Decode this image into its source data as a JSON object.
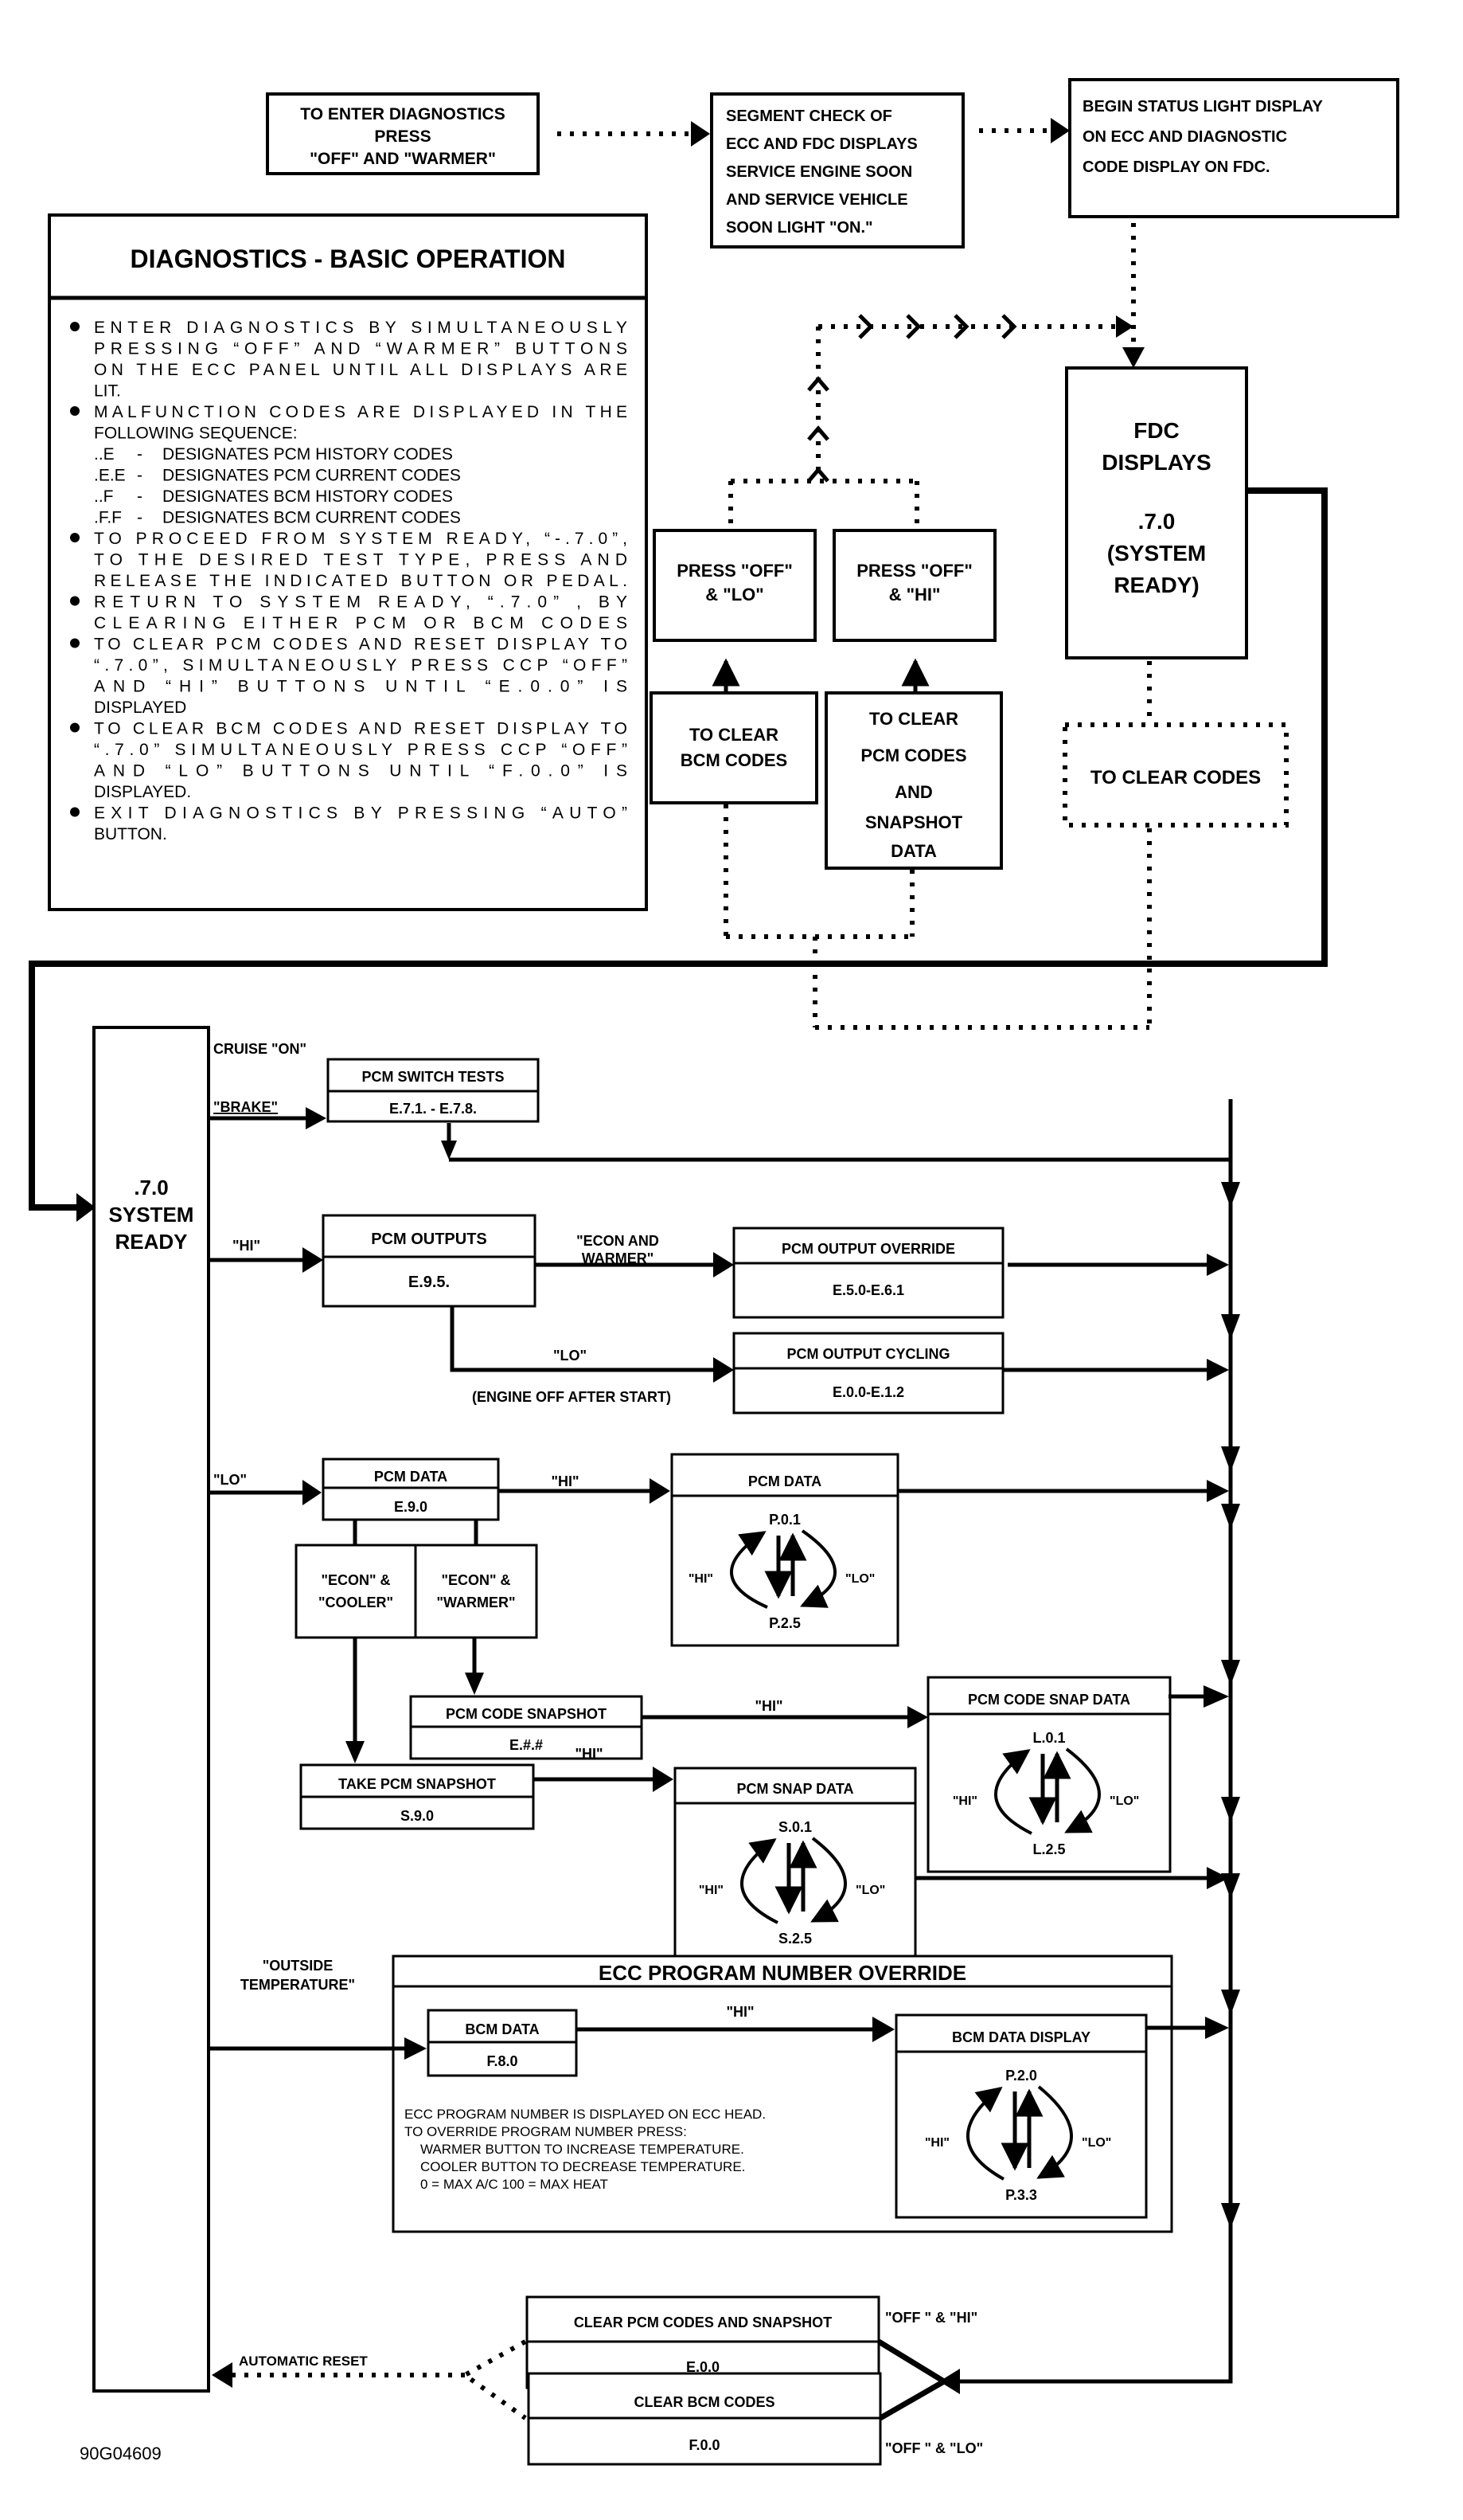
{
  "top_flow": {
    "enter_box": [
      "TO ENTER DIAGNOSTICS",
      "PRESS",
      "\"OFF\" AND \"WARMER\""
    ],
    "segment_box": [
      "SEGMENT CHECK OF",
      "ECC AND FDC DISPLAYS",
      "SERVICE ENGINE SOON",
      "AND SERVICE VEHICLE",
      "SOON LIGHT \"ON.\""
    ],
    "begin_box": [
      "BEGIN STATUS LIGHT DISPLAY",
      "ON ECC AND DIAGNOSTIC",
      "CODE DISPLAY ON FDC."
    ],
    "fdc_box": [
      "FDC",
      "DISPLAYS",
      "",
      ".7.0",
      "(SYSTEM",
      "READY)"
    ],
    "press_off_lo": [
      "PRESS \"OFF\"",
      "& \"LO\""
    ],
    "press_off_hi": [
      "PRESS \"OFF\"",
      "& \"HI\""
    ],
    "clear_bcm": [
      "TO CLEAR",
      "BCM CODES"
    ],
    "clear_pcm": [
      "TO CLEAR",
      "PCM CODES",
      "AND",
      "SNAPSHOT",
      "DATA"
    ],
    "clear_codes": "TO CLEAR CODES"
  },
  "basic_operation": {
    "title": "DIAGNOSTICS - BASIC OPERATION",
    "lines": [
      {
        "bullet": true,
        "text": "ENTER DIAGNOSTICS BY SIMULTANEOUSLY"
      },
      {
        "bullet": false,
        "text": "PRESSING “OFF” AND “WARMER” BUTTONS"
      },
      {
        "bullet": false,
        "text": "ON THE ECC PANEL UNTIL ALL DISPLAYS ARE"
      },
      {
        "bullet": false,
        "text": "LIT."
      },
      {
        "bullet": true,
        "text": "MALFUNCTION CODES ARE DISPLAYED IN THE"
      },
      {
        "bullet": false,
        "text": "FOLLOWING SEQUENCE:"
      },
      {
        "bullet": false,
        "code": "..E",
        "text": "DESIGNATES PCM HISTORY CODES"
      },
      {
        "bullet": false,
        "code": ".E.E",
        "text": "DESIGNATES PCM CURRENT CODES"
      },
      {
        "bullet": false,
        "code": "..F",
        "text": "DESIGNATES BCM HISTORY CODES"
      },
      {
        "bullet": false,
        "code": ".F.F",
        "text": "DESIGNATES BCM CURRENT CODES"
      },
      {
        "bullet": true,
        "text": "TO PROCEED FROM SYSTEM READY, “-.7.0”,"
      },
      {
        "bullet": false,
        "text": "TO THE DESIRED TEST TYPE, PRESS AND"
      },
      {
        "bullet": false,
        "text": "RELEASE THE INDICATED BUTTON OR PEDAL."
      },
      {
        "bullet": true,
        "text": "RETURN TO SYSTEM READY, “.7.0” , BY"
      },
      {
        "bullet": false,
        "text": "CLEARING EITHER PCM OR BCM CODES"
      },
      {
        "bullet": true,
        "text": "TO CLEAR PCM CODES AND RESET DISPLAY TO"
      },
      {
        "bullet": false,
        "text": "“.7.0”, SIMULTANEOUSLY PRESS CCP “OFF”"
      },
      {
        "bullet": false,
        "text": "AND “HI” BUTTONS UNTIL “E.0.0” IS"
      },
      {
        "bullet": false,
        "text": "DISPLAYED"
      },
      {
        "bullet": true,
        "text": "TO CLEAR BCM CODES AND RESET DISPLAY TO"
      },
      {
        "bullet": false,
        "text": "“.7.0” SIMULTANEOUSLY PRESS CCP “OFF”"
      },
      {
        "bullet": false,
        "text": "AND “LO” BUTTONS UNTIL “F.0.0” IS"
      },
      {
        "bullet": false,
        "text": "DISPLAYED."
      },
      {
        "bullet": true,
        "text": "EXIT DIAGNOSTICS BY PRESSING “AUTO”"
      },
      {
        "bullet": false,
        "text": "BUTTON."
      }
    ]
  },
  "system_ready": [
    ".7.0",
    "SYSTEM",
    "READY"
  ],
  "labels": {
    "cruise_on": "CRUISE \"ON\"",
    "brake": "\"BRAKE\"",
    "hi": "\"HI\"",
    "lo": "\"LO\"",
    "econ_and_warmer": [
      "\"ECON AND",
      "WARMER\""
    ],
    "engine_off": "(ENGINE OFF AFTER START)",
    "outside_temperature": [
      "\"OUTSIDE",
      "TEMPERATURE\""
    ],
    "automatic_reset": "AUTOMATIC RESET",
    "off_hi": "\"OFF \" & \"HI\"",
    "off_lo": "\"OFF \" & \"LO\"",
    "figure_id": "90G04609"
  },
  "boxes": {
    "pcm_switch_tests": {
      "title": "PCM SWITCH TESTS",
      "code": "E.7.1. - E.7.8."
    },
    "pcm_outputs": {
      "title": "PCM OUTPUTS",
      "code": "E.9.5."
    },
    "pcm_output_override": {
      "title": "PCM OUTPUT OVERRIDE",
      "code": "E.5.0-E.6.1"
    },
    "pcm_output_cycling": {
      "title": "PCM OUTPUT CYCLING",
      "code": "E.0.0-E.1.2"
    },
    "pcm_data": {
      "title": "PCM DATA",
      "code": "E.9.0"
    },
    "econ_cooler": [
      "\"ECON\" &",
      "\"COOLER\""
    ],
    "econ_warmer": [
      "\"ECON\" &",
      "\"WARMER\""
    ],
    "pcm_code_snapshot": {
      "title": "PCM CODE SNAPSHOT",
      "code": "E.#.#"
    },
    "take_pcm_snapshot": {
      "title": "TAKE PCM SNAPSHOT",
      "code": "S.9.0"
    },
    "pcm_data_display": {
      "title": "PCM DATA",
      "top": "P.0.1",
      "bottom": "P.2.5",
      "left": "\"HI\"",
      "right": "\"LO\""
    },
    "pcm_code_snap_data": {
      "title": "PCM CODE SNAP DATA",
      "top": "L.0.1",
      "bottom": "L.2.5",
      "left": "\"HI\"",
      "right": "\"LO\""
    },
    "pcm_snap_data": {
      "title": "PCM SNAP DATA",
      "top": "S.0.1",
      "bottom": "S.2.5",
      "left": "\"HI\"",
      "right": "\"LO\""
    },
    "ecc_override": {
      "title": "ECC PROGRAM NUMBER OVERRIDE",
      "note": [
        "ECC PROGRAM NUMBER IS DISPLAYED ON ECC HEAD.",
        "TO OVERRIDE PROGRAM NUMBER PRESS:",
        "WARMER BUTTON TO INCREASE TEMPERATURE.",
        "COOLER BUTTON TO DECREASE TEMPERATURE.",
        "0 = MAX A/C 100 = MAX HEAT"
      ]
    },
    "bcm_data": {
      "title": "BCM DATA",
      "code": "F.8.0"
    },
    "bcm_data_display": {
      "title": "BCM DATA DISPLAY",
      "top": "P.2.0",
      "bottom": "P.3.3",
      "left": "\"HI\"",
      "right": "\"LO\""
    },
    "clear_pcm_codes": {
      "title": "CLEAR PCM CODES AND SNAPSHOT",
      "code": "E.0.0"
    },
    "clear_bcm_codes": {
      "title": "CLEAR BCM CODES",
      "code": "F.0.0"
    }
  }
}
